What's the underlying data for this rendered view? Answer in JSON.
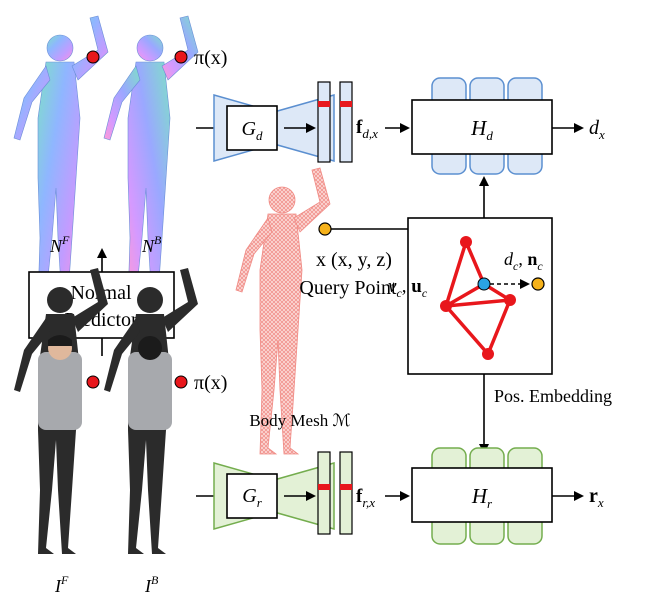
{
  "normal_predictor": {
    "line1": "Normal",
    "line2": "Predictor"
  },
  "labels": {
    "normal_front": "N",
    "normal_front_sup": "F",
    "normal_back": "N",
    "normal_back_sup": "B",
    "image_front": "I",
    "image_front_sup": "F",
    "image_back": "I",
    "image_back_sup": "B",
    "projection_top": "π(x)",
    "projection_bottom": "π(x)",
    "query_point_coords": "x (x, y, z)",
    "query_point_title": "Query Point",
    "body_mesh": "Body Mesh ℳ",
    "pos_embedding": "Pos. Embedding",
    "vc_uc": "v_c, u_c",
    "dc_nc": "d_c, n_c"
  },
  "top_branch": {
    "encoder": "G_d",
    "feature": "f_{d,x}",
    "mlp": "H_d",
    "output": "d_x"
  },
  "bottom_branch": {
    "encoder": "G_r",
    "feature": "f_{r,x}",
    "mlp": "H_r",
    "output": "r_x"
  },
  "colors": {
    "blue_fill": "#dde8f7",
    "blue_stroke": "#5b8fd0",
    "green_fill": "#e3f1d6",
    "green_stroke": "#74ad4e",
    "red": "#e8171c",
    "query_yellow": "#f6b21a",
    "vertex_blue": "#2aa3e4",
    "mesh_pink": "#f08a84"
  }
}
